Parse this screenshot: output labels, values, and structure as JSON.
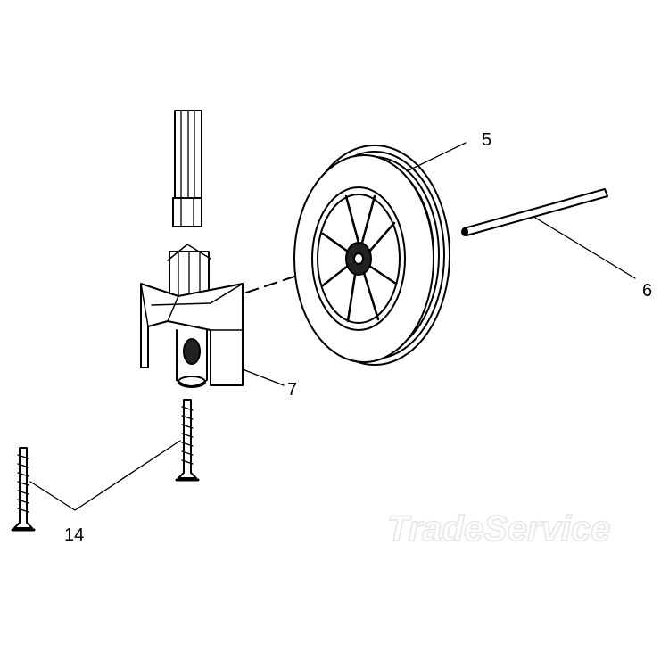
{
  "callouts": {
    "wheel": "5",
    "axle": "6",
    "bracket": "7",
    "screws": "14"
  },
  "watermark": {
    "text": "TradeService"
  },
  "colors": {
    "line": "#000000",
    "background": "#ffffff",
    "watermark": "#e6e6e6"
  }
}
